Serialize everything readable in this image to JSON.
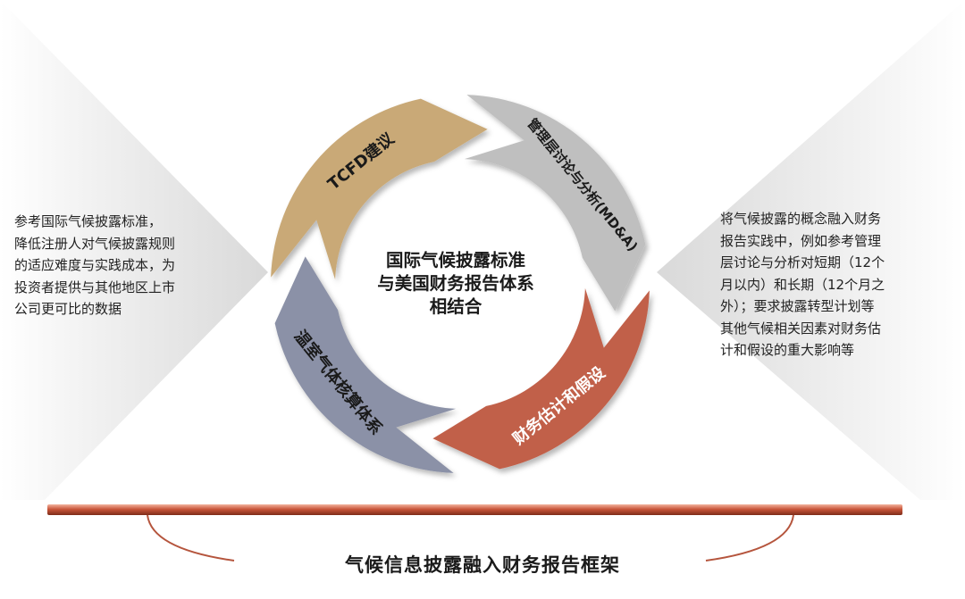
{
  "center_title": "国际气候披露标准\n与美国财务报告体系\n相结合",
  "cycle": [
    {
      "label": "TCFD建议",
      "color": "#C9A977"
    },
    {
      "label": "管理层讨论与分析(MD&A)",
      "color": "#BFBFBF"
    },
    {
      "label": "财务估计和假设",
      "color": "#C1614A"
    },
    {
      "label": "温室气体核算体系",
      "color": "#8B91A7"
    }
  ],
  "left_text": "参考国际气候披露标准，\n降低注册人对气候披露规则\n的适应难度与实践成本，为\n投资者提供与其他地区上市\n公司更可比的数据",
  "right_text": "将气候披露的概念融入财务\n报告实践中，例如参考管理\n层讨论与分析对短期（12个\n月以内）和长期（12个月之\n外）；要求披露转型计划等\n其他气候相关因素对财务估\n计和假设的重大影响等",
  "bottom_caption": "气候信息披露融入财务报告框架",
  "colors": {
    "bar": "#C4553A",
    "panel": "#E2E2E2",
    "arc": "#B5553D"
  }
}
